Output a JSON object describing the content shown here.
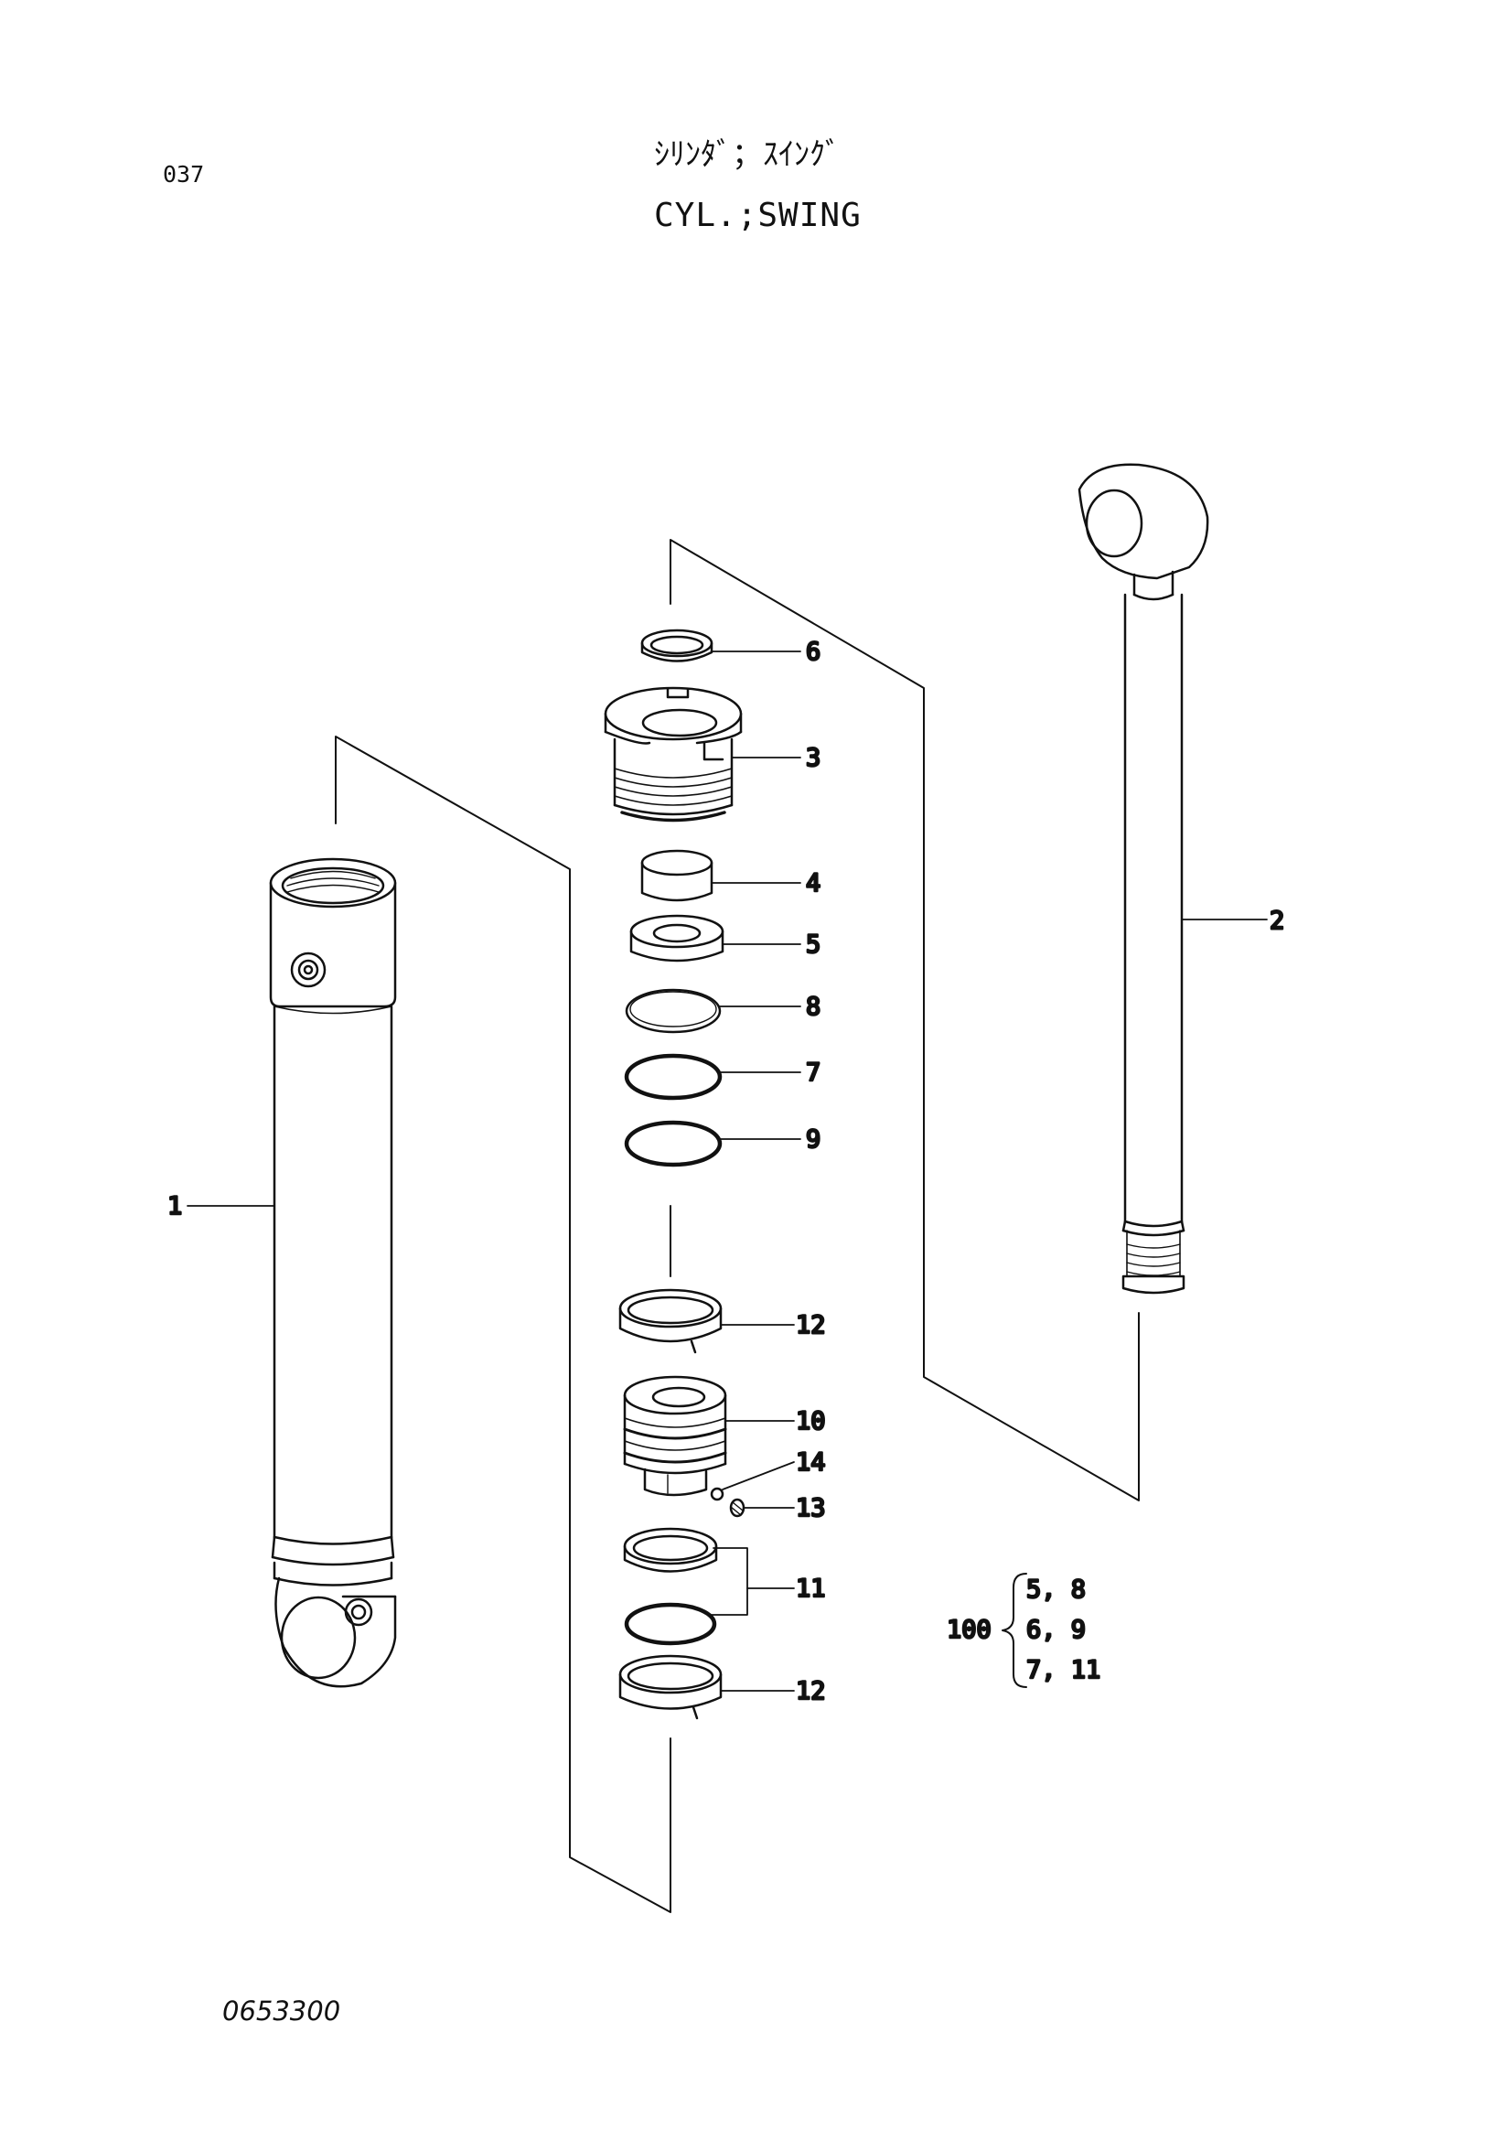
{
  "header": {
    "page_number": "037",
    "title_jp": "ｼﾘﾝﾀﾞ；ｽｲﾝｸﾞ",
    "title_en": "CYL.;SWING"
  },
  "footer": {
    "drawing_number": "0653300"
  },
  "callouts": {
    "p1": "1",
    "p2": "2",
    "p3": "3",
    "p4": "4",
    "p5": "5",
    "p6": "6",
    "p7": "7",
    "p8": "8",
    "p9": "9",
    "p10": "10",
    "p11": "11",
    "p12a": "12",
    "p12b": "12",
    "p13": "13",
    "p14": "14"
  },
  "kit": {
    "number": "100",
    "rows": [
      "5,  8",
      "6,  9",
      "7,  11"
    ]
  }
}
